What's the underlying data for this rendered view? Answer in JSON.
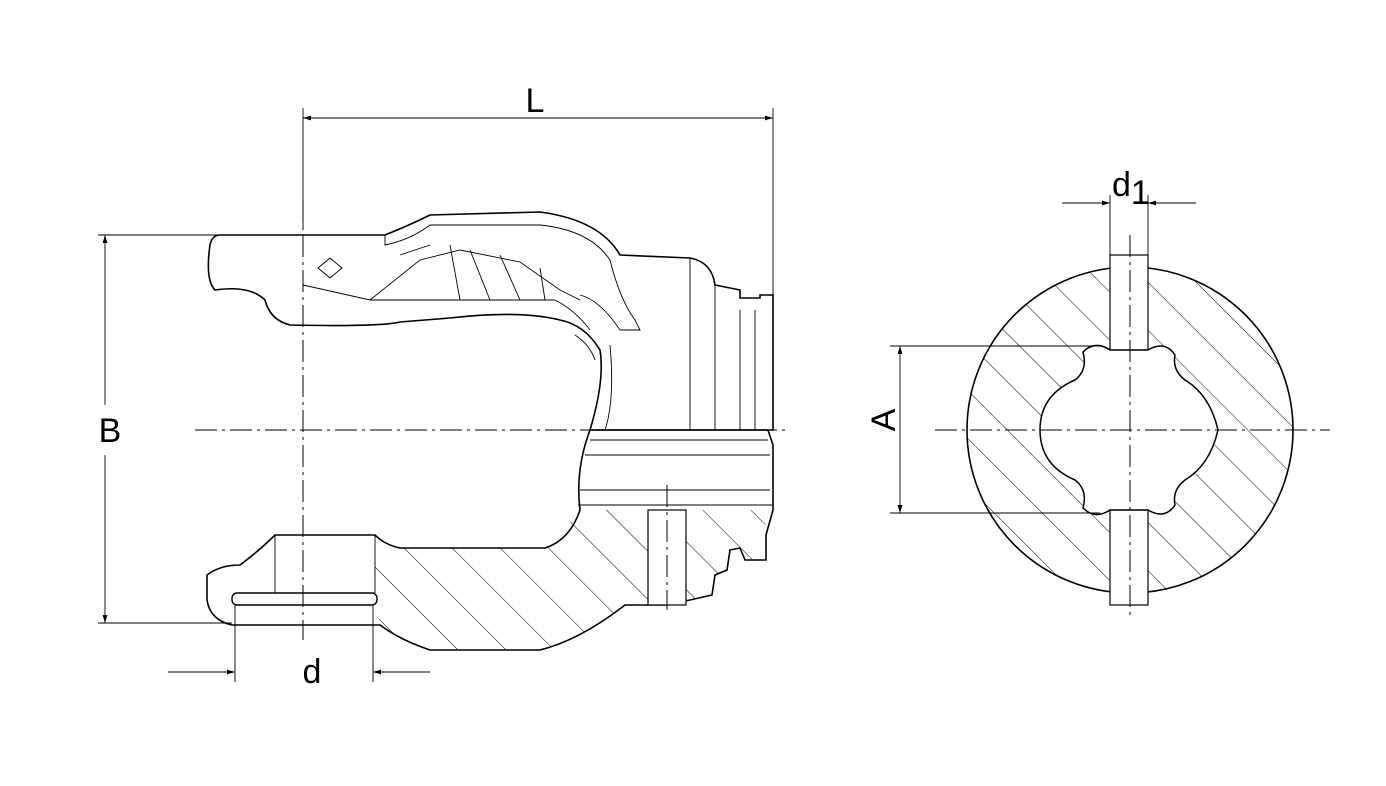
{
  "drawing": {
    "labels": {
      "length": "L",
      "width": "B",
      "bore": "d",
      "pin_hole": "d",
      "pin_hole_sub": "1",
      "spline": "A"
    },
    "colors": {
      "line": "#000000",
      "background": "#ffffff"
    }
  }
}
